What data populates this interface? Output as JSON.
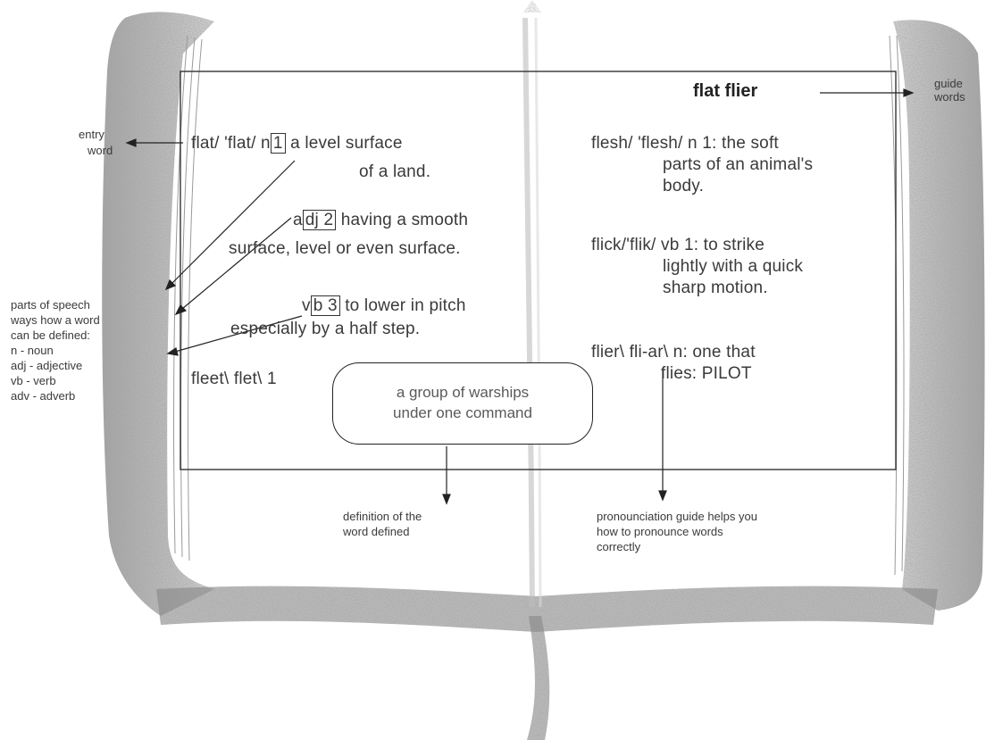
{
  "guide_words": {
    "text": "flat   flier",
    "label_line1": "guide",
    "label_line2": "words"
  },
  "entry_word_label": {
    "line1": "entry",
    "line2": "word"
  },
  "parts_of_speech": {
    "lines": [
      "parts of speech",
      "ways how a word",
      "can be defined:",
      "n - noun",
      "adj - adjective",
      "vb - verb",
      "adv - adverb"
    ]
  },
  "left_page": {
    "flat_line1_pre": "flat/ 'flat/  n",
    "flat_sense1_num": "1",
    "flat_line1_post": " a level surface",
    "flat_line2": "of a land.",
    "adj_pre": "a",
    "adj_box": "dj 2",
    "adj_post": " having a smooth",
    "adj_line2": "surface, level or even surface.",
    "vb_pre": "v",
    "vb_box": "b 3",
    "vb_post": " to lower in pitch",
    "vb_line2": "especially by a half step.",
    "fleet": "fleet\\ flet\\  1"
  },
  "right_page": {
    "flesh_line1": "flesh/ 'flesh/ n 1: the soft",
    "flesh_line2": "parts of an animal's",
    "flesh_line3": "body.",
    "flick_line1": "flick/'flik/ vb 1: to strike",
    "flick_line2": "lightly with a quick",
    "flick_line3": "sharp motion.",
    "flier_line1": "flier\\ fli-ar\\ n: one that",
    "flier_line2": "flies: PILOT"
  },
  "callout": {
    "line1": "a group of warships",
    "line2": "under one command"
  },
  "definition_label": {
    "line1": "definition of the",
    "line2": "word defined"
  },
  "pronunciation_label": {
    "line1": "pronounciation guide helps you",
    "line2": "how to pronounce words",
    "line3": "correctly"
  }
}
